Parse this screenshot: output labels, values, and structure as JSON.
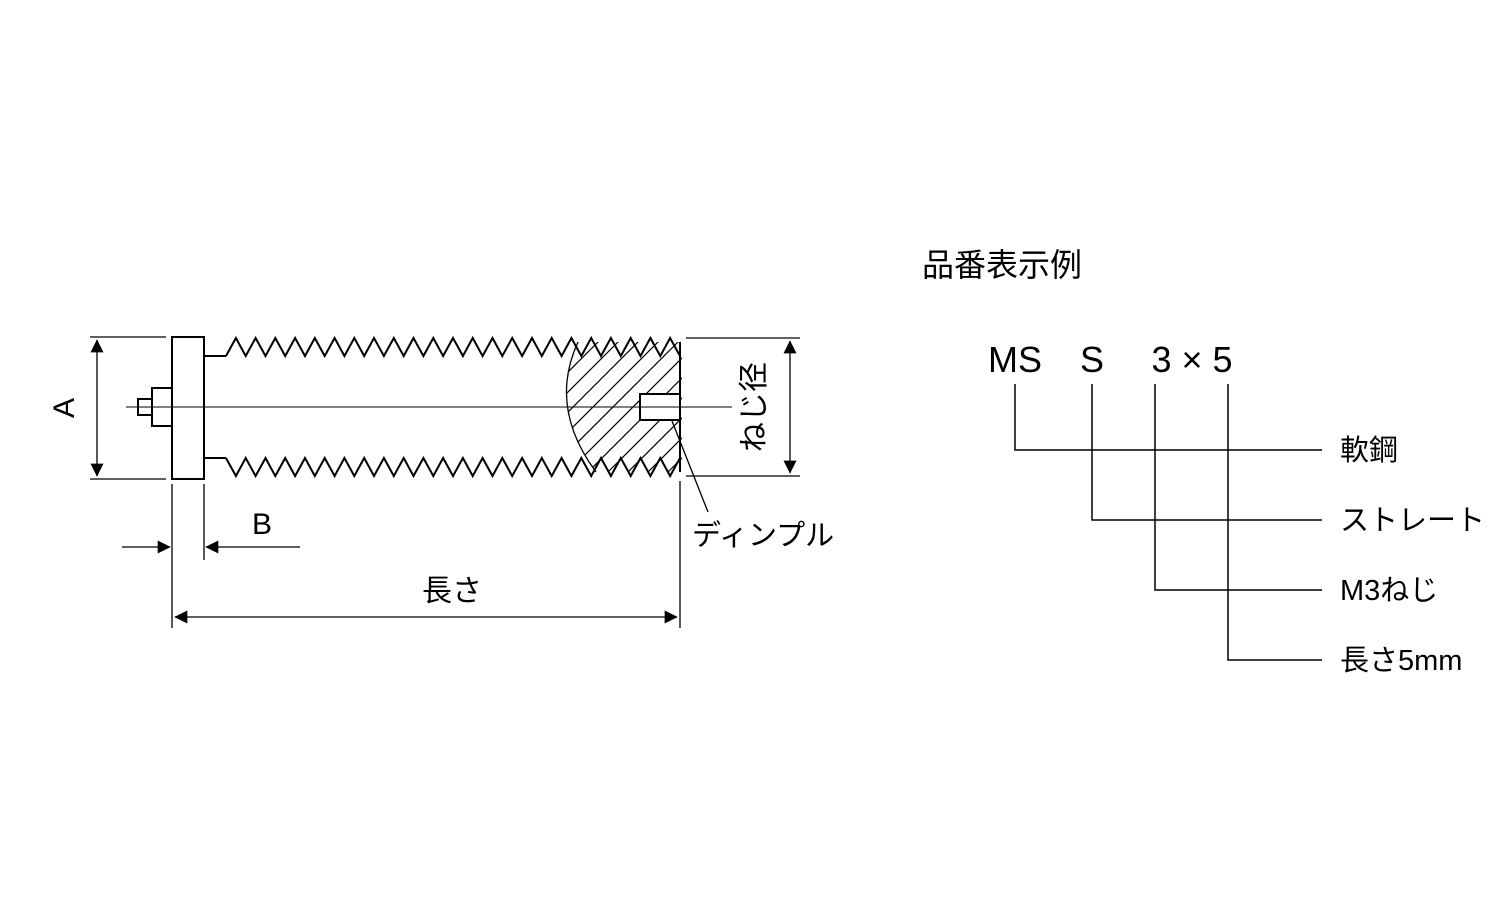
{
  "diagram": {
    "labels": {
      "dim_a": "A",
      "dim_b": "B",
      "length": "長さ",
      "thread_dia": "ねじ径",
      "dimple": "ディンプル"
    }
  },
  "part_number_example": {
    "title": "品番表示例",
    "code": {
      "material": "MS",
      "shape": "S",
      "size": "3×5"
    },
    "legend": [
      {
        "code": "MS",
        "meaning": "軟鋼"
      },
      {
        "code": "S",
        "meaning": "ストレート"
      },
      {
        "code": "3",
        "meaning": "M3ねじ"
      },
      {
        "code": "5",
        "meaning": "長さ5mm"
      }
    ]
  },
  "colors": {
    "line": "#000000",
    "background": "#ffffff"
  }
}
